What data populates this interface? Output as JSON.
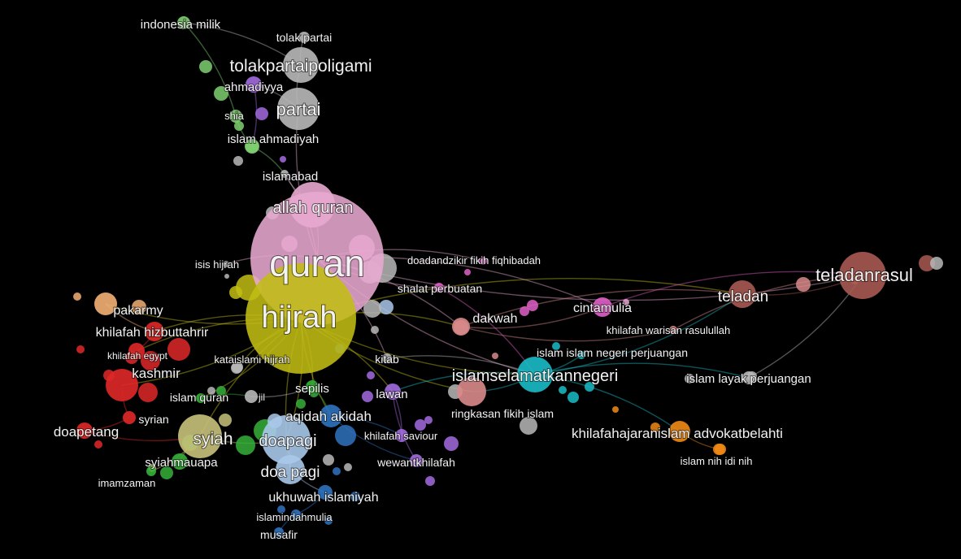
{
  "network": {
    "clusters": {
      "pink": "#e8a8cf",
      "yellow": "#c2bd14",
      "grey": "#b9b9b9",
      "green": "#35b03a",
      "lgreen": "#7fd070",
      "purple": "#a36be0",
      "red": "#e02828",
      "blue": "#2f73c0",
      "lblue": "#a9c8ea",
      "cyan": "#19bcc8",
      "brown": "#a85a52",
      "orange": "#ef8a16",
      "magenta": "#e060c8",
      "peach": "#f3b076",
      "olive": "#c8c27a",
      "rose": "#d98a8a"
    },
    "labeled_nodes": [
      {
        "id": "quran",
        "label": "quran",
        "cluster": "pink"
      },
      {
        "id": "hijrah",
        "label": "hijrah",
        "cluster": "yellow"
      },
      {
        "id": "allahquran",
        "label": "allah quran",
        "cluster": "pink"
      },
      {
        "id": "partai",
        "label": "partai",
        "cluster": "grey"
      },
      {
        "id": "tolakpartaipoligami",
        "label": "tolakpartaipoligami",
        "cluster": "grey"
      },
      {
        "id": "tolakpartai",
        "label": "tolak partai",
        "cluster": "grey"
      },
      {
        "id": "indonesiamilik",
        "label": "indonesia milik",
        "cluster": "lgreen"
      },
      {
        "id": "ahmadiyya",
        "label": "ahmadiyya",
        "cluster": "purple"
      },
      {
        "id": "shia",
        "label": "shia",
        "cluster": "lgreen"
      },
      {
        "id": "islamahmadiyah",
        "label": "islam ahmadiyah",
        "cluster": "lgreen"
      },
      {
        "id": "islamabad",
        "label": "islamabad",
        "cluster": "grey"
      },
      {
        "id": "isishijrah",
        "label": "isis hijrah",
        "cluster": "grey"
      },
      {
        "id": "doadandzikir",
        "label": "doadandzikir fikih fiqhibadah",
        "cluster": "magenta"
      },
      {
        "id": "shalatperbuatan",
        "label": "shalat perbuatan",
        "cluster": "magenta"
      },
      {
        "id": "dakwah",
        "label": "dakwah",
        "cluster": "rose"
      },
      {
        "id": "cintamulia",
        "label": "cintamulia",
        "cluster": "magenta"
      },
      {
        "id": "teladan",
        "label": "teladan",
        "cluster": "brown"
      },
      {
        "id": "teladanrasul",
        "label": "teladanrasul",
        "cluster": "brown"
      },
      {
        "id": "khilafahwarisan",
        "label": "khilafah warisan rasulullah",
        "cluster": "rose"
      },
      {
        "id": "islamnegeri",
        "label": "islam islam negeri perjuangan",
        "cluster": "cyan"
      },
      {
        "id": "islamlayak",
        "label": "islam layak perjuangan",
        "cluster": "grey"
      },
      {
        "id": "islamselamatkannegeri",
        "label": "islamselamatkannegeri",
        "cluster": "cyan"
      },
      {
        "id": "kitab",
        "label": "kitab",
        "cluster": "grey"
      },
      {
        "id": "lawan",
        "label": "lawan",
        "cluster": "purple"
      },
      {
        "id": "ringkasan",
        "label": "ringkasan fikih islam",
        "cluster": "rose"
      },
      {
        "id": "khilafahajaran",
        "label": "khilafahajaranislam advokatbelahti",
        "cluster": "orange"
      },
      {
        "id": "islamnih",
        "label": "islam nih idi nih",
        "cluster": "orange"
      },
      {
        "id": "pakarmy",
        "label": "pakarmy",
        "cluster": "peach"
      },
      {
        "id": "khilafahhizbut",
        "label": "khilafah hizbuttahrir",
        "cluster": "red"
      },
      {
        "id": "khilafahegypt",
        "label": "khilafah egypt",
        "cluster": "red"
      },
      {
        "id": "kashmir",
        "label": "kashmir",
        "cluster": "red"
      },
      {
        "id": "kataislami",
        "label": "kataislami hijrah",
        "cluster": "grey"
      },
      {
        "id": "islamquran",
        "label": "islam quran",
        "cluster": "green"
      },
      {
        "id": "jil",
        "label": "jil",
        "cluster": "grey"
      },
      {
        "id": "sepilis",
        "label": "sepilis",
        "cluster": "green"
      },
      {
        "id": "aqidah",
        "label": "aqidah akidah",
        "cluster": "blue"
      },
      {
        "id": "syrian",
        "label": "syrian",
        "cluster": "red"
      },
      {
        "id": "doapetang",
        "label": "doapetang",
        "cluster": "red"
      },
      {
        "id": "syiah",
        "label": "syiah",
        "cluster": "olive"
      },
      {
        "id": "doapagi1",
        "label": "doapagi",
        "cluster": "lblue"
      },
      {
        "id": "khilafahsaviour",
        "label": "khilafah saviour",
        "cluster": "purple"
      },
      {
        "id": "wewant",
        "label": "wewantkhilafah",
        "cluster": "purple"
      },
      {
        "id": "syiahmauapa",
        "label": "syiahmauapa",
        "cluster": "green"
      },
      {
        "id": "doapagi2",
        "label": "doa pagi",
        "cluster": "lblue"
      },
      {
        "id": "imamzaman",
        "label": "imamzaman",
        "cluster": "green"
      },
      {
        "id": "ukhuwah",
        "label": "ukhuwah islamiyah",
        "cluster": "blue"
      },
      {
        "id": "islamindah",
        "label": "islamindahmulia",
        "cluster": "blue"
      },
      {
        "id": "musafir",
        "label": "musafir",
        "cluster": "blue"
      }
    ],
    "edges": [
      [
        "quran",
        "hijrah"
      ],
      [
        "quran",
        "allahquran"
      ],
      [
        "quran",
        "partai"
      ],
      [
        "quran",
        "islamabad"
      ],
      [
        "quran",
        "doadandzikir"
      ],
      [
        "quran",
        "shalatperbuatan"
      ],
      [
        "quran",
        "dakwah"
      ],
      [
        "quran",
        "islamselamatkannegeri"
      ],
      [
        "quran",
        "kitab"
      ],
      [
        "quran",
        "teladanrasul"
      ],
      [
        "quran",
        "cintamulia"
      ],
      [
        "quran",
        "isishijrah"
      ],
      [
        "hijrah",
        "pakarmy"
      ],
      [
        "hijrah",
        "khilafahhizbut"
      ],
      [
        "hijrah",
        "kashmir"
      ],
      [
        "hijrah",
        "syiah"
      ],
      [
        "hijrah",
        "doapagi1"
      ],
      [
        "hijrah",
        "aqidah"
      ],
      [
        "hijrah",
        "sepilis"
      ],
      [
        "hijrah",
        "kataislami"
      ],
      [
        "hijrah",
        "lawan"
      ],
      [
        "hijrah",
        "islamselamatkannegeri"
      ],
      [
        "hijrah",
        "dakwah"
      ],
      [
        "hijrah",
        "khilafahegypt"
      ],
      [
        "hijrah",
        "islamquran"
      ],
      [
        "hijrah",
        "doapagi2"
      ],
      [
        "hijrah",
        "teladan"
      ],
      [
        "hijrah",
        "ringkasan"
      ],
      [
        "partai",
        "tolakpartaipoligami"
      ],
      [
        "partai",
        "ahmadiyya"
      ],
      [
        "tolakpartaipoligami",
        "tolakpartai"
      ],
      [
        "tolakpartaipoligami",
        "indonesiamilik"
      ],
      [
        "indonesiamilik",
        "shia"
      ],
      [
        "shia",
        "islamahmadiyah"
      ],
      [
        "islamahmadiyah",
        "islamabad"
      ],
      [
        "islamabad",
        "allahquran"
      ],
      [
        "ahmadiyya",
        "islamahmadiyah"
      ],
      [
        "dakwah",
        "cintamulia"
      ],
      [
        "dakwah",
        "teladan"
      ],
      [
        "teladan",
        "teladanrasul"
      ],
      [
        "cintamulia",
        "teladanrasul"
      ],
      [
        "dakwah",
        "khilafahwarisan"
      ],
      [
        "khilafahwarisan",
        "teladanrasul"
      ],
      [
        "islamselamatkannegeri",
        "islamnegeri"
      ],
      [
        "islamselamatkannegeri",
        "islamlayak"
      ],
      [
        "islamlayak",
        "teladanrasul"
      ],
      [
        "islamselamatkannegeri",
        "khilafahajaran"
      ],
      [
        "khilafahajaran",
        "islamnih"
      ],
      [
        "islamselamatkannegeri",
        "ringkasan"
      ],
      [
        "islamselamatkannegeri",
        "lawan"
      ],
      [
        "lawan",
        "khilafahsaviour"
      ],
      [
        "lawan",
        "wewant"
      ],
      [
        "kitab",
        "islamselamatkannegeri"
      ],
      [
        "syiah",
        "syiahmauapa"
      ],
      [
        "syiah",
        "imamzaman"
      ],
      [
        "syiah",
        "doapagi1"
      ],
      [
        "doapagi1",
        "doapagi2"
      ],
      [
        "doapagi2",
        "ukhuwah"
      ],
      [
        "ukhuwah",
        "islamindah"
      ],
      [
        "islamindah",
        "musafir"
      ],
      [
        "aqidah",
        "khilafahsaviour"
      ],
      [
        "kashmir",
        "syrian"
      ],
      [
        "syrian",
        "doapetang"
      ],
      [
        "doapetang",
        "syiah"
      ],
      [
        "khilafahhizbut",
        "khilafahegypt"
      ],
      [
        "pakarmy",
        "khilafahhizbut"
      ],
      [
        "islamquran",
        "jil"
      ],
      [
        "jil",
        "sepilis"
      ],
      [
        "sepilis",
        "aqidah"
      ],
      [
        "islamselamatkannegeri",
        "teladan"
      ],
      [
        "shalatperbuatan",
        "islamselamatkannegeri"
      ],
      [
        "aqidah",
        "wewant"
      ]
    ]
  }
}
